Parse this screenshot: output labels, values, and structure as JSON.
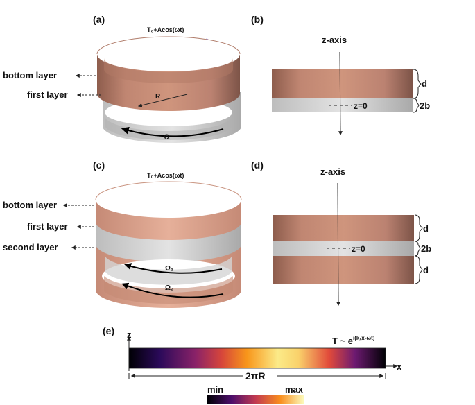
{
  "panels": {
    "a": {
      "tag": "(a)",
      "drive": "T₀+Acos(ωt)",
      "layer1": "bottom layer",
      "layer2": "first layer",
      "radius": "R",
      "rotation": "Ω"
    },
    "b": {
      "tag": "(b)",
      "axis": "z-axis",
      "z0": "z=0",
      "top_thickness": "d",
      "mid_thickness": "2b"
    },
    "c": {
      "tag": "(c)",
      "drive": "T₀+Acos(ωt)",
      "layer1": "bottom layer",
      "layer2": "first layer",
      "layer3": "second layer",
      "rotation1": "Ω₁",
      "rotation2": "Ω₂"
    },
    "d": {
      "tag": "(d)",
      "axis": "z-axis",
      "z0": "z=0",
      "top_thickness": "d",
      "mid_thickness": "2b",
      "bot_thickness": "d"
    },
    "e": {
      "tag": "(e)",
      "zaxis": "z",
      "xaxis": "x",
      "formula_base": "T ~ e",
      "formula_exp": "i(kₓx-ωt)",
      "length": "2πR",
      "cbar_min": "min",
      "cbar_max": "max"
    }
  },
  "colors": {
    "copper": "#c88a72",
    "copper_dark": "#8f5f50",
    "gray_band": "#d2d2d2",
    "arrow_red": "#e4402a",
    "arrow_blue": "#3a2ae0"
  }
}
